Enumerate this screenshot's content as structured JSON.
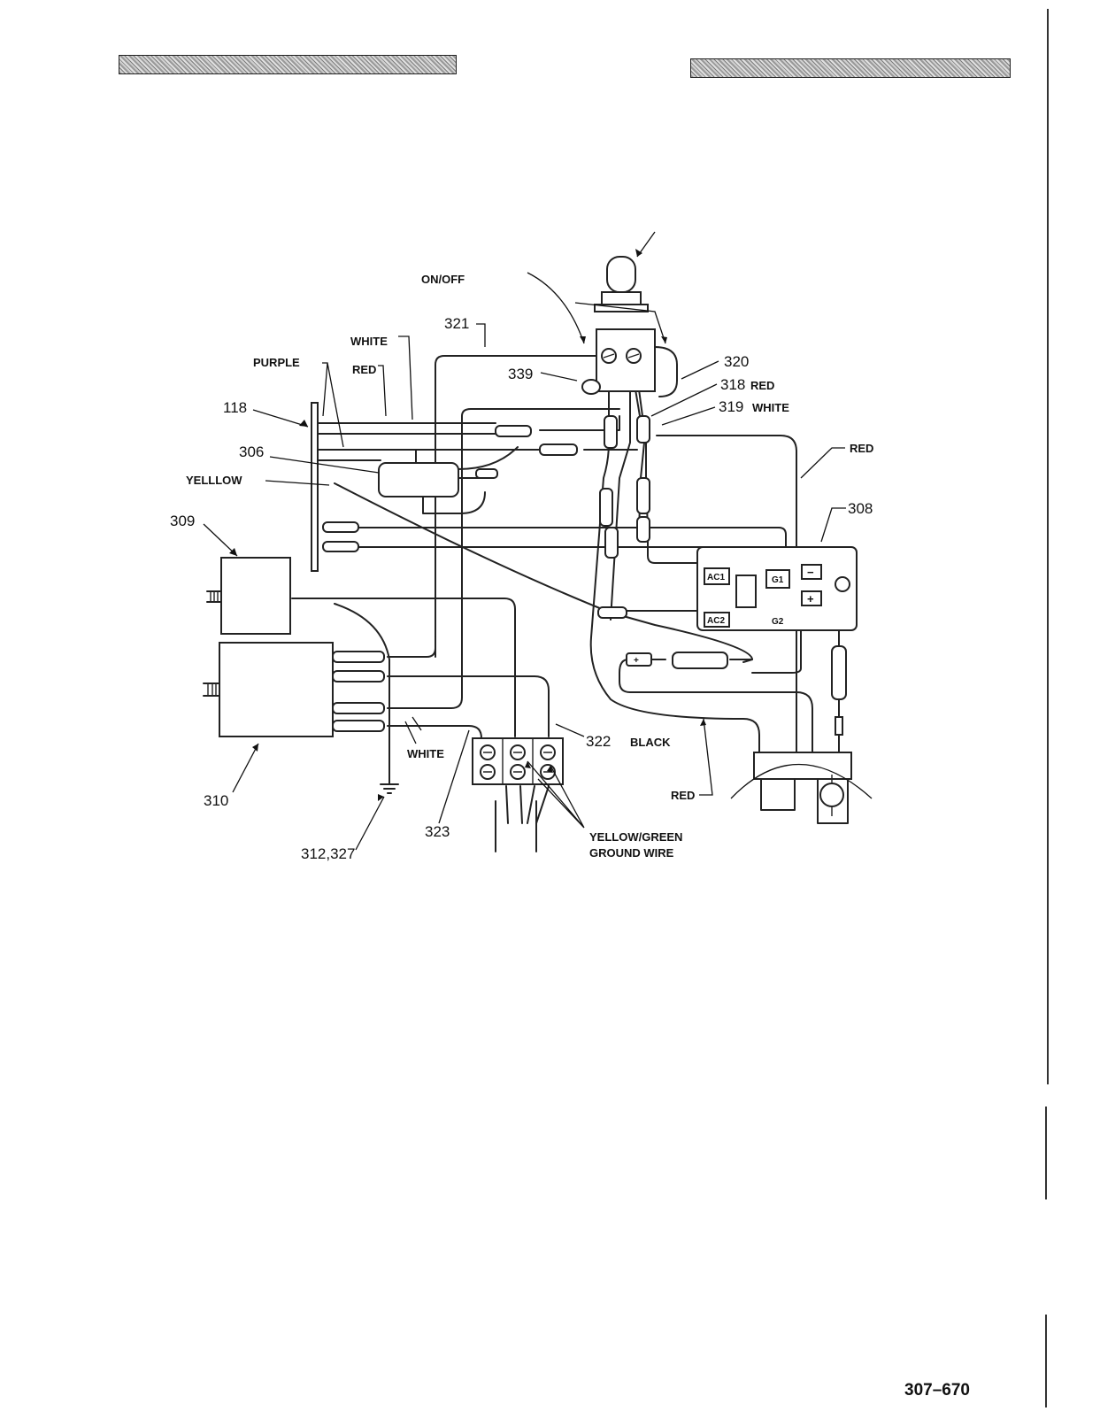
{
  "labels": {
    "on_off": "ON/OFF",
    "white_top": "WHITE",
    "red_top": "RED",
    "purple": "PURPLE",
    "n321": "321",
    "n339": "339",
    "n320": "320",
    "n318": "318",
    "red_318": "RED",
    "n319": "319",
    "white_319": "WHITE",
    "n118": "118",
    "n306": "306",
    "yellow": "YELLLOW",
    "red_right": "RED",
    "n308": "308",
    "n309": "309",
    "n310": "310",
    "white_bottom": "WHITE",
    "n322": "322",
    "black_322": "BLACK",
    "n323": "323",
    "n312_327": "312,327",
    "red_bottom": "RED",
    "yellow_green_1": "YELLOW/GREEN",
    "yellow_green_2": "GROUND WIRE",
    "ac1": "AC1",
    "ac2": "AC2",
    "g1": "G1",
    "g2": "G2",
    "minus": "−",
    "plus": "+",
    "plus_small": "+"
  },
  "document_number": "307–670"
}
